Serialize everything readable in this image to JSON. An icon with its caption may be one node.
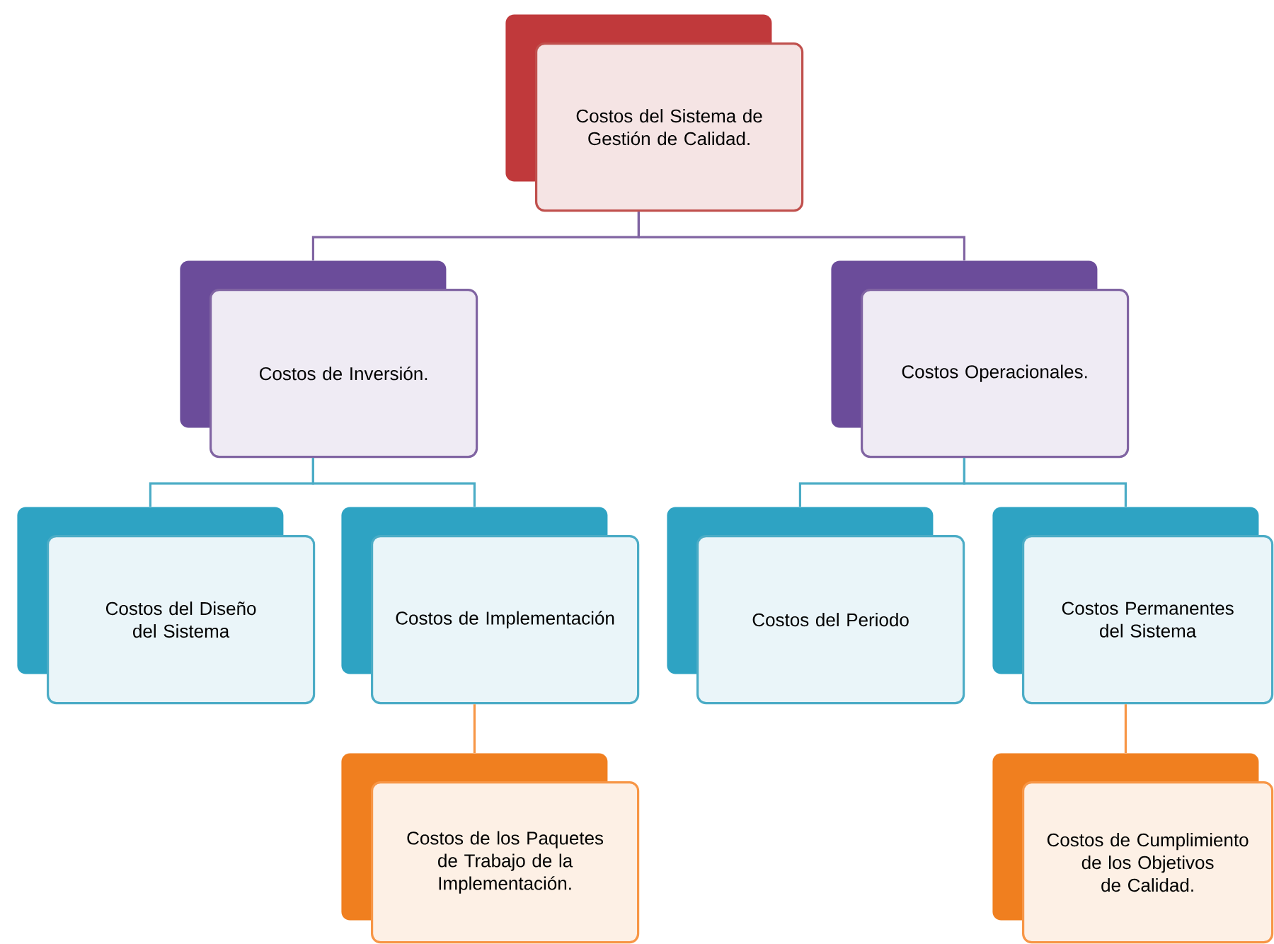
{
  "diagram": {
    "nodes": [
      {
        "text": [
          "Costos del Sistema de Gestión de Calidad."
        ]
      },
      {
        "text": [
          "Costos de Inversión."
        ]
      },
      {
        "text": [
          "Costos Operacionales."
        ]
      },
      {
        "text": [
          "Costos del Diseño del Sistema"
        ]
      },
      {
        "text": [
          "Costos de Implementación"
        ]
      },
      {
        "text": [
          "Costos del Periodo"
        ]
      },
      {
        "text": [
          "Costos Permanentes del Sistema"
        ]
      },
      {
        "text": [
          "Costos de los Paquetes de Trabajo de la Implementación."
        ]
      },
      {
        "text": [
          "Costos de Cumplimiento de los Objetivos de Calidad."
        ]
      }
    ],
    "edges": [
      {
        "from": 0,
        "to": 1,
        "arrow": "none",
        "color": "#8064a2"
      },
      {
        "from": 0,
        "to": 2,
        "arrow": "none",
        "color": "#8064a2"
      },
      {
        "from": 1,
        "to": 3,
        "arrow": "none"
      },
      {
        "from": 1,
        "to": 4,
        "arrow": "none"
      },
      {
        "from": 2,
        "to": 5,
        "arrow": "none"
      },
      {
        "from": 2,
        "to": 6,
        "arrow": "none"
      },
      {
        "from": 4,
        "to": 7,
        "arrow": "none",
        "color": "#f79646"
      },
      {
        "from": 6,
        "to": 8,
        "arrow": "none",
        "color": "#f79646"
      }
    ]
  }
}
